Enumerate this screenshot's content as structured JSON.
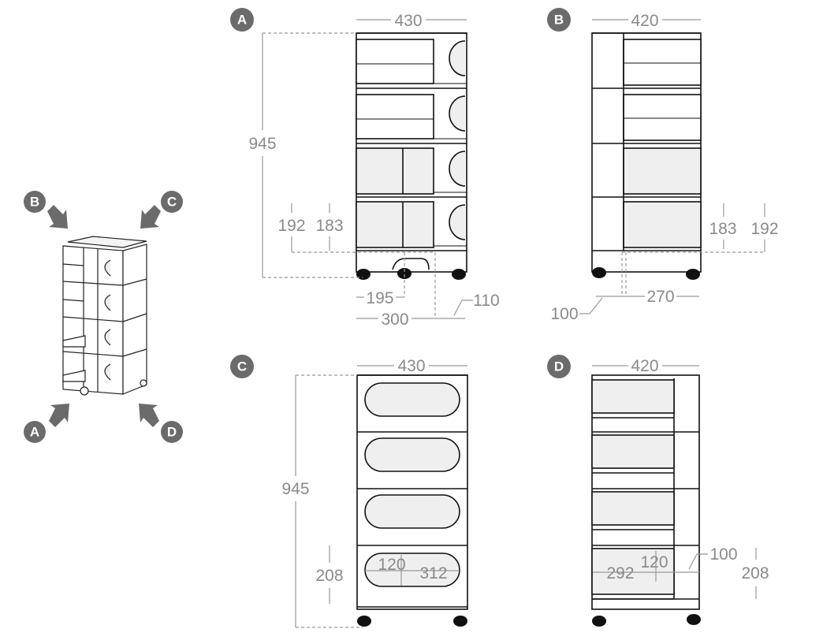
{
  "diagram": {
    "view_labels": {
      "a": "A",
      "b": "B",
      "c": "C",
      "d": "D"
    },
    "view_a": {
      "width": "430",
      "height": "945",
      "h1": "192",
      "h2": "183",
      "d1": "195",
      "d2": "300",
      "d3": "110"
    },
    "view_b": {
      "width": "420",
      "h1": "183",
      "h2": "192",
      "d1": "270",
      "d2": "100"
    },
    "view_c": {
      "width": "430",
      "height": "945",
      "h1": "208",
      "w1": "120",
      "w2": "312"
    },
    "view_d": {
      "width": "420",
      "w1": "292",
      "h1": "120",
      "w2": "100",
      "h2": "208"
    },
    "colors": {
      "label": "#6b6b6b",
      "dimension": "#8a8a8a",
      "shade": "#efefef"
    }
  }
}
